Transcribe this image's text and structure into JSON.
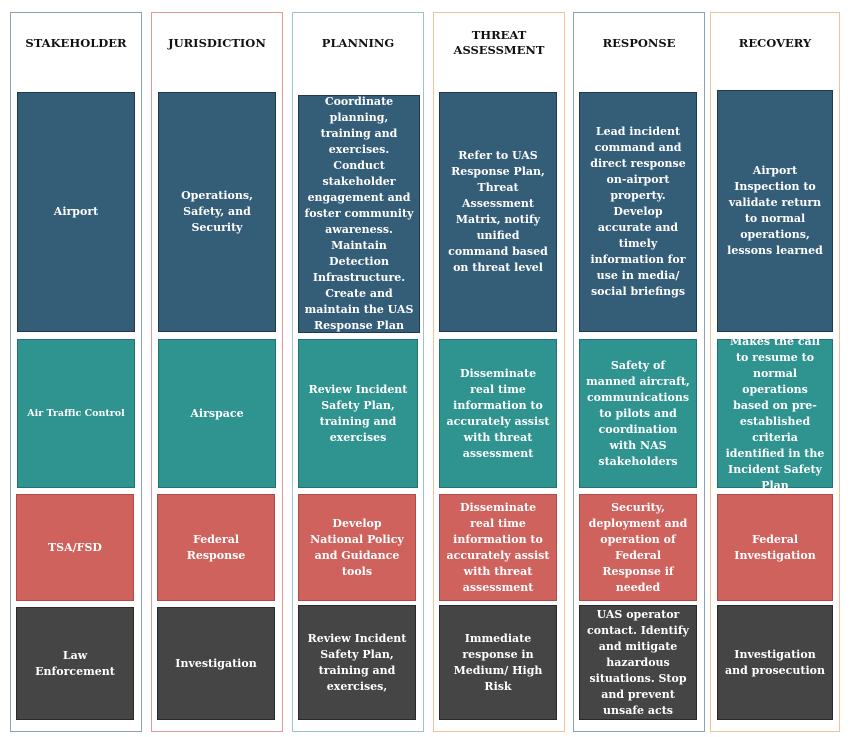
{
  "colors": {
    "column_borders": [
      "#8aa2b3",
      "#e49a9a",
      "#9fc4c7",
      "#f2c29a",
      "#8aa2b3",
      "#f2c29a"
    ],
    "navy": "#345d78",
    "teal": "#2f9390",
    "red": "#d0625d",
    "dark": "#454545"
  },
  "headers": {
    "stakeholder": "STAKEHOLDER",
    "jurisdiction": "JURISDICTION",
    "planning": "PLANNING",
    "threat_line1": "THREAT",
    "threat_line2": "ASSESSMENT",
    "response": "RESPONSE",
    "recovery": "RECOVERY"
  },
  "rows": {
    "airport": {
      "stakeholder": "Airport",
      "jurisdiction": "Operations, Safety, and Security",
      "planning": "Coordinate planning, training and exercises. Conduct stakeholder engagement and foster community awareness. Maintain Detection Infrastructure. Create and maintain the UAS Response Plan",
      "threat": "Refer to UAS Response Plan, Threat Assessment Matrix, notify unified command based on threat level",
      "response": "Lead incident command and direct response on-airport property. Develop accurate and timely information for use in media/ social briefings",
      "recovery": "Airport Inspection to validate return to normal operations, lessons learned"
    },
    "atc": {
      "stakeholder": "Air Traffic Control",
      "jurisdiction": "Airspace",
      "planning": "Review Incident Safety Plan, training and exercises",
      "threat": "Disseminate real time information to accurately assist with threat assessment",
      "response": "Safety of manned aircraft, communications to pilots and coordination with NAS stakeholders",
      "recovery": "Makes the call to resume to normal operations based on pre-established criteria identified in the Incident Safety Plan"
    },
    "tsa": {
      "stakeholder": "TSA/FSD",
      "jurisdiction": "Federal Response",
      "planning": "Develop National Policy and Guidance tools",
      "threat": "Disseminate real time information to accurately assist with threat assessment",
      "response": "Security, deployment and operation of Federal Response if needed",
      "recovery": "Federal Investigation"
    },
    "law": {
      "stakeholder": "Law Enforcement",
      "jurisdiction": "Investigation",
      "planning": "Review Incident Safety Plan, training and exercises,",
      "threat": "Immediate response in Medium/ High Risk",
      "response": "UAS operator contact. Identify and mitigate hazardous situations. Stop and prevent unsafe acts",
      "recovery": "Investigation and prosecution"
    }
  }
}
